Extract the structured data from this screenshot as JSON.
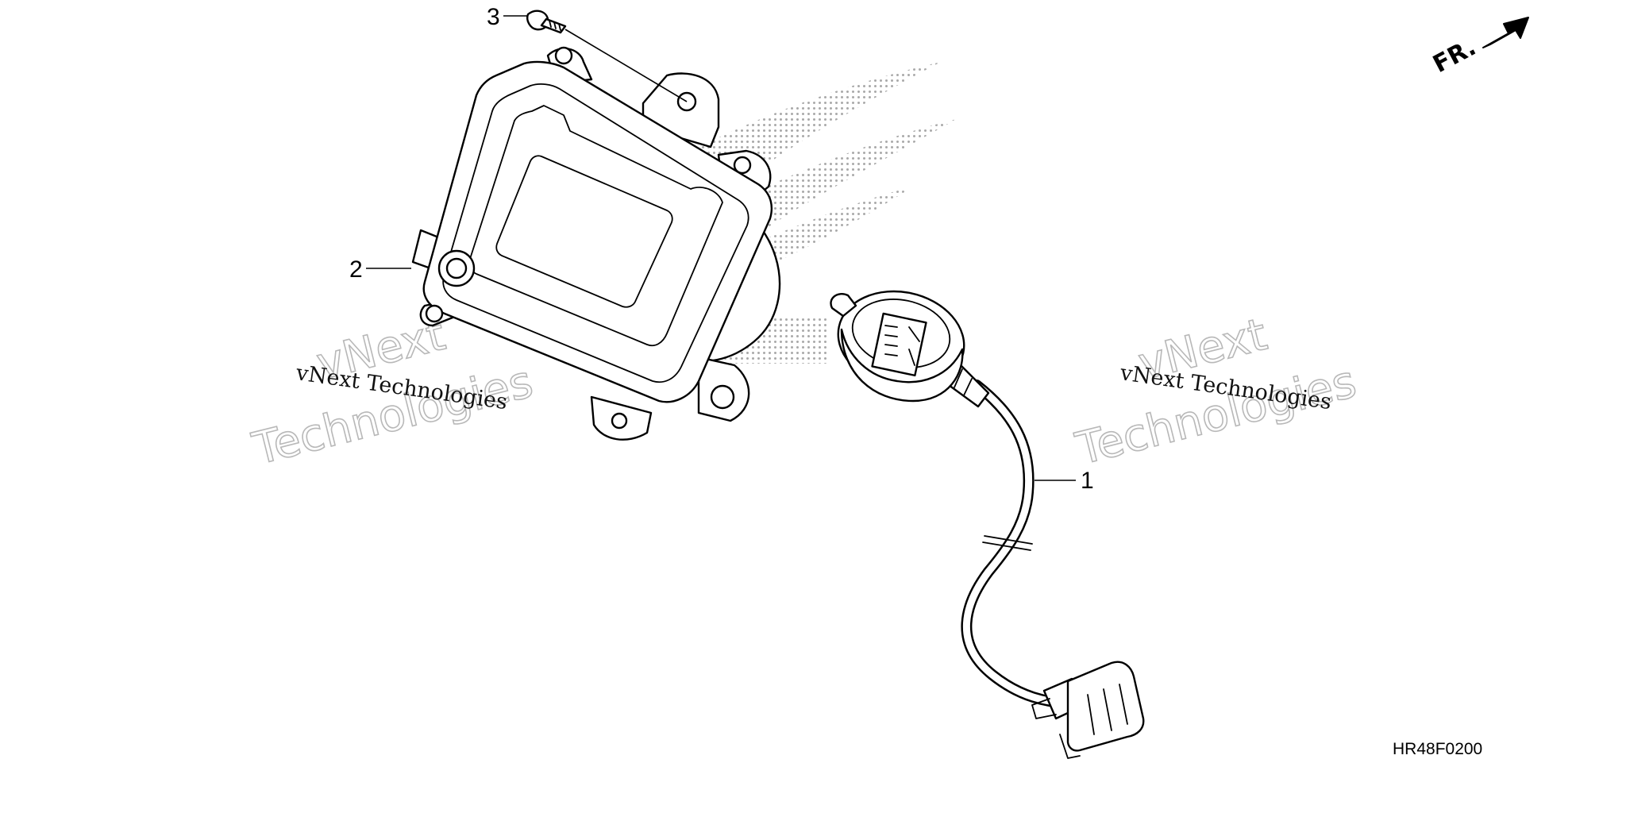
{
  "diagram_code": "HR48F0200",
  "front_label": "FR.",
  "watermarks": [
    {
      "brand": "vNext",
      "full": "vNext Technologies",
      "outline": "Technologies"
    },
    {
      "brand": "vNext",
      "full": "vNext Technologies",
      "outline": "Technologies"
    }
  ],
  "parts": [
    {
      "number": "1",
      "name": "speed sensor cable"
    },
    {
      "number": "2",
      "name": "meter assembly"
    },
    {
      "number": "3",
      "name": "screw"
    }
  ],
  "colors": {
    "line": "#000000",
    "background": "#ffffff",
    "watermark_outline": "#b8b8b8",
    "logo_dots": "#9a9a9a"
  }
}
